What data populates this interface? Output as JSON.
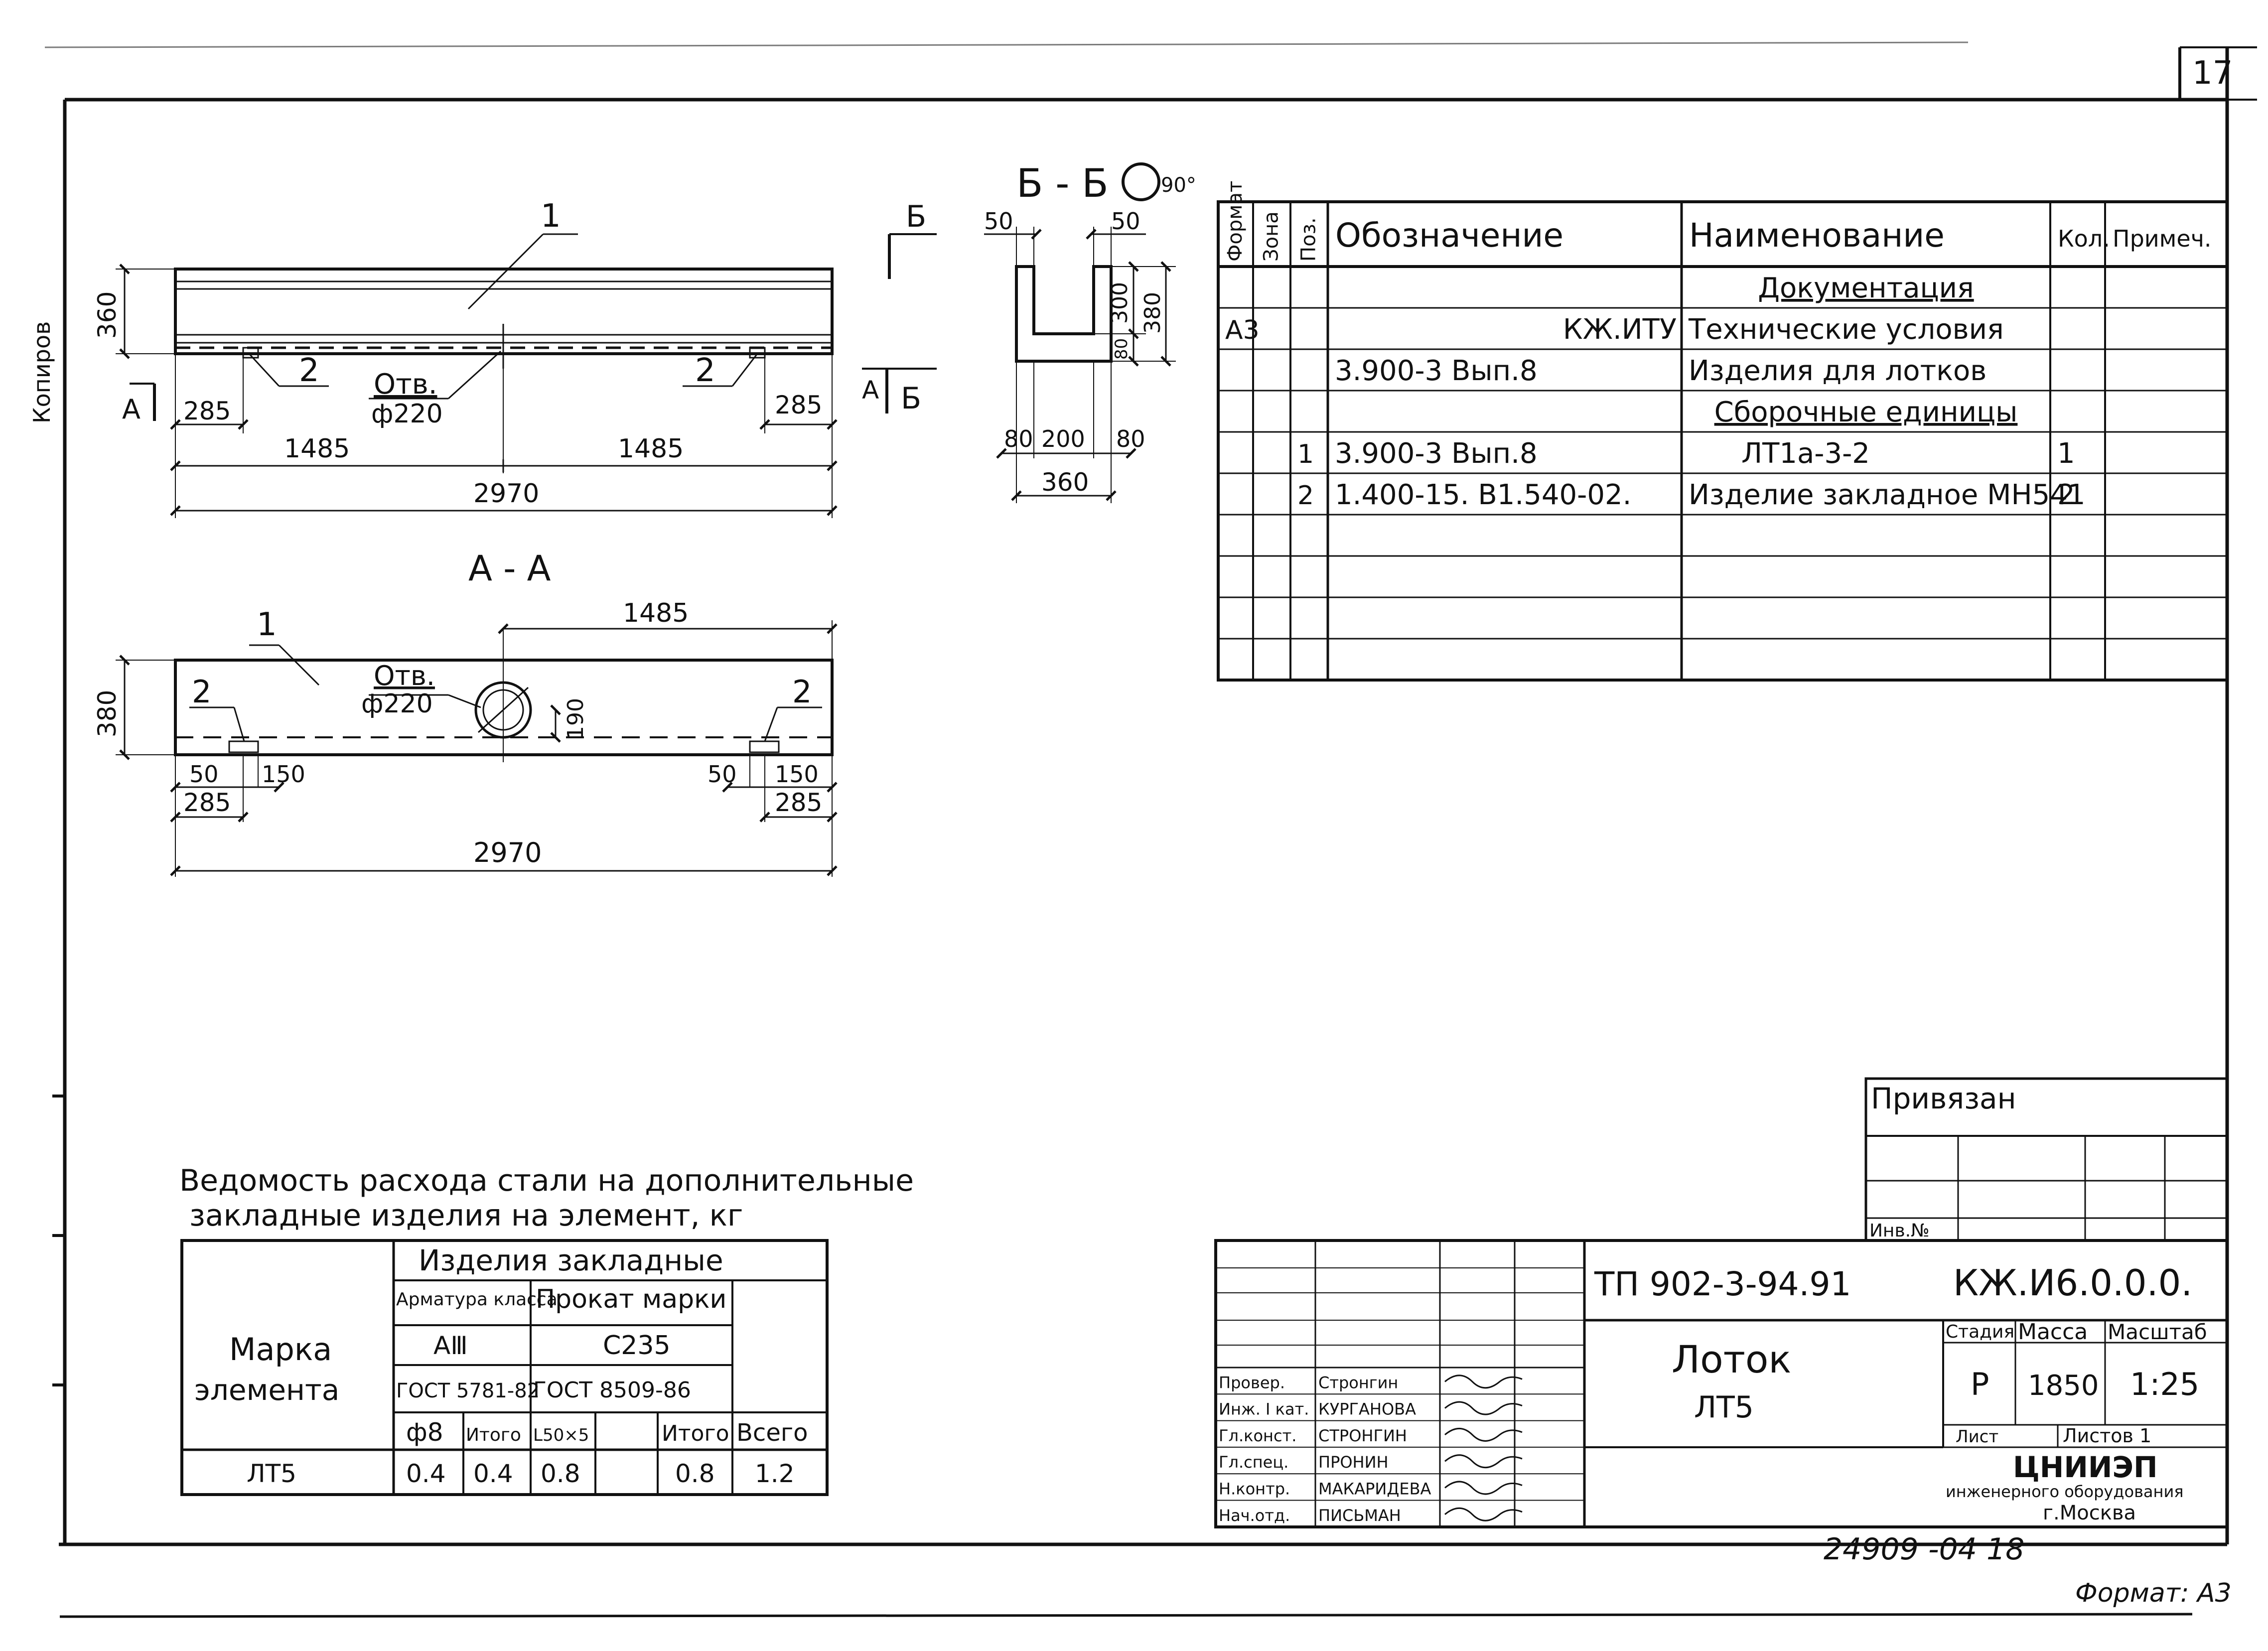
{
  "sheet": {
    "page_number": "17",
    "side_label": "Копиров",
    "format_label": "Формат: А3",
    "archive_number": "24909 -04  18"
  },
  "views": {
    "section_bb_title": "Б - Б",
    "section_bb_rotation": "90°",
    "section_aa_title": "А - А",
    "cut_letter_b": "Б",
    "cut_letter_a": "А",
    "hole_label": "Отв.",
    "hole_dia": "ф220",
    "pos1": "1",
    "pos2": "2",
    "dims_plan": {
      "h360": "360",
      "l285": "285",
      "r285": "285",
      "half_l": "1485",
      "half_r": "1485",
      "total": "2970"
    },
    "dims_aa": {
      "h380": "380",
      "half": "1485",
      "d190": "190",
      "l50": "50",
      "l150": "150",
      "l285": "285",
      "r50": "50",
      "r150": "150",
      "r285": "285",
      "total": "2970"
    },
    "dims_bb": {
      "top_l": "50",
      "top_r": "50",
      "h300": "300",
      "h380": "380",
      "h80": "80",
      "b80l": "80",
      "b200": "200",
      "b80r": "80",
      "b360": "360"
    }
  },
  "spec_table": {
    "headers": [
      "Формат",
      "Зона",
      "Поз.",
      "Обозначение",
      "Наименование",
      "Кол.",
      "Примеч."
    ],
    "rows": [
      {
        "format": "",
        "zone": "",
        "pos": "",
        "designation": "",
        "name": "Документация",
        "qty": "",
        "note": "",
        "underline": true
      },
      {
        "format": "А3",
        "zone": "",
        "pos": "",
        "designation": "КЖ.ИТУ",
        "name": "Технические условия",
        "qty": "",
        "note": ""
      },
      {
        "format": "",
        "zone": "",
        "pos": "",
        "designation": "3.900-3   Вып.8",
        "name": "Изделия для лотков",
        "qty": "",
        "note": ""
      },
      {
        "format": "",
        "zone": "",
        "pos": "",
        "designation": "",
        "name": "Сборочные единицы",
        "qty": "",
        "note": "",
        "underline": true
      },
      {
        "format": "",
        "zone": "",
        "pos": "1",
        "designation": "3.900-3   Вып.8",
        "name": "ЛТ1а-3-2",
        "qty": "1",
        "note": ""
      },
      {
        "format": "",
        "zone": "",
        "pos": "2",
        "designation": "1.400-15. В1.540-02.",
        "name": "Изделие закладное МН541",
        "qty": "2",
        "note": ""
      },
      {
        "format": "",
        "zone": "",
        "pos": "",
        "designation": "",
        "name": "",
        "qty": "",
        "note": ""
      },
      {
        "format": "",
        "zone": "",
        "pos": "",
        "designation": "",
        "name": "",
        "qty": "",
        "note": ""
      },
      {
        "format": "",
        "zone": "",
        "pos": "",
        "designation": "",
        "name": "",
        "qty": "",
        "note": ""
      },
      {
        "format": "",
        "zone": "",
        "pos": "",
        "designation": "",
        "name": "",
        "qty": "",
        "note": ""
      }
    ]
  },
  "steel_table": {
    "title_line1": "Ведомость расхода стали на дополнительные",
    "title_line2": "закладные изделия на элемент, кг",
    "header_group": "Изделия  закладные",
    "mark_header_line1": "Марка",
    "mark_header_line2": "элемента",
    "armatura_label": "Арматура класса",
    "prokat_label": "Прокат марки",
    "class_value": "АⅢ",
    "steel_grade": "С235",
    "gost1": "ГОСТ 5781-82",
    "gost2": "ГОСТ 8509-86",
    "sub_cols": [
      "ф8",
      "Итого",
      "L50×5",
      "",
      "Итого",
      "Всего"
    ],
    "row": {
      "mark": "ЛТ5",
      "values": [
        "0.4",
        "0.4",
        "0.8",
        "",
        "0.8",
        "1.2"
      ]
    }
  },
  "privyazan": {
    "label": "Привязан",
    "inv_label": "Инв.№"
  },
  "title_block": {
    "project_code": "ТП 902-3-94.91",
    "doc_code": "КЖ.И6.0.0.0.",
    "name_line1": "Лоток",
    "name_line2": "ЛТ5",
    "stage_label": "Стадия",
    "mass_label": "Масса",
    "scale_label": "Масштаб",
    "stage_value": "Р",
    "mass_value": "1850",
    "scale_value": "1:25",
    "sheet_label": "Лист",
    "sheets_label": "Листов 1",
    "org_name": "ЦНИИЭП",
    "org_line2": "инженерного оборудования",
    "org_line3": "г.Москва",
    "staff": [
      {
        "role": "Провер.",
        "name": "Стронгин"
      },
      {
        "role": "Инж. I кат.",
        "name": "КУРГАНОВА"
      },
      {
        "role": "Гл.конст.",
        "name": "СТРОНГИН"
      },
      {
        "role": "Гл.спец.",
        "name": "ПРОНИН"
      },
      {
        "role": "Н.контр.",
        "name": "МАКАРИДЕВА"
      },
      {
        "role": "Нач.отд.",
        "name": "ПИСЬМАН"
      }
    ]
  }
}
